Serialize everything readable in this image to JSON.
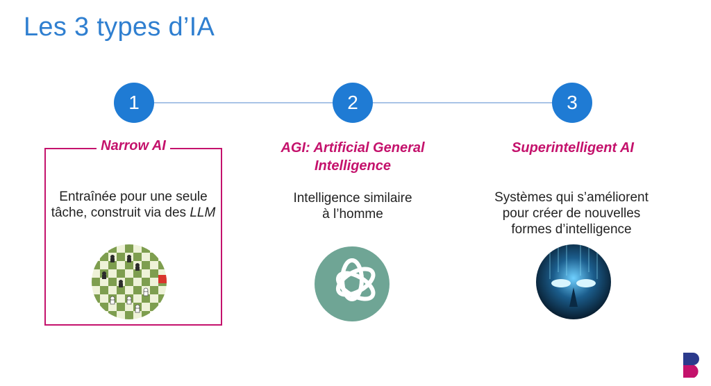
{
  "title": "Les 3 types d’IA",
  "steps": [
    {
      "number": "1",
      "heading": "Narrow AI",
      "description_lines": [
        "Entraînée pour une seule",
        "tâche, construit via des"
      ],
      "description_em": "LLM",
      "image_icon": "chess-board-icon"
    },
    {
      "number": "2",
      "heading_lines": [
        "AGI: Artificial General",
        "Intelligence"
      ],
      "description_lines": [
        "Intelligence similaire",
        "à l’homme"
      ],
      "image_icon": "openai-logo-icon"
    },
    {
      "number": "3",
      "heading": "Superintelligent AI",
      "description_lines": [
        "Systèmes qui s’améliorent",
        "pour créer de nouvelles",
        "formes d’intelligence"
      ],
      "image_icon": "ai-face-icon"
    }
  ],
  "colors": {
    "title": "#2f7fd0",
    "step_circle": "#1f7bd4",
    "accent": "#c4126c",
    "timeline": "#a9c3e6"
  },
  "brand_icon": "b-logo-icon"
}
